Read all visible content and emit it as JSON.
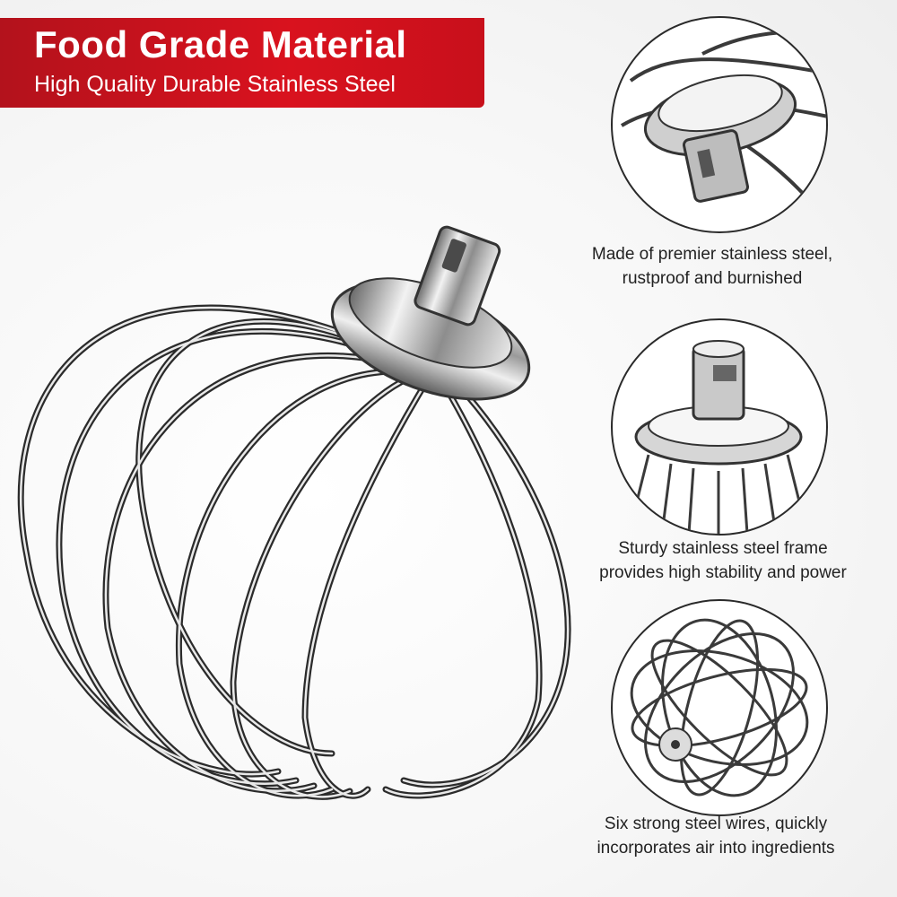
{
  "banner": {
    "title": "Food Grade Material",
    "subtitle": "High Quality Durable Stainless Steel",
    "color": "#d9121e"
  },
  "main_image": {
    "icon": "balloon-whisk-icon"
  },
  "features": [
    {
      "icon": "whisk-collar-closeup-icon",
      "line1": "Made of premier stainless steel,",
      "line2": "rustproof and burnished"
    },
    {
      "icon": "whisk-shaft-frame-icon",
      "line1": "Sturdy stainless steel frame",
      "line2": "provides high stability and power"
    },
    {
      "icon": "whisk-wires-topview-icon",
      "line1": "Six strong steel wires, quickly",
      "line2": "incorporates air into ingredients"
    }
  ]
}
